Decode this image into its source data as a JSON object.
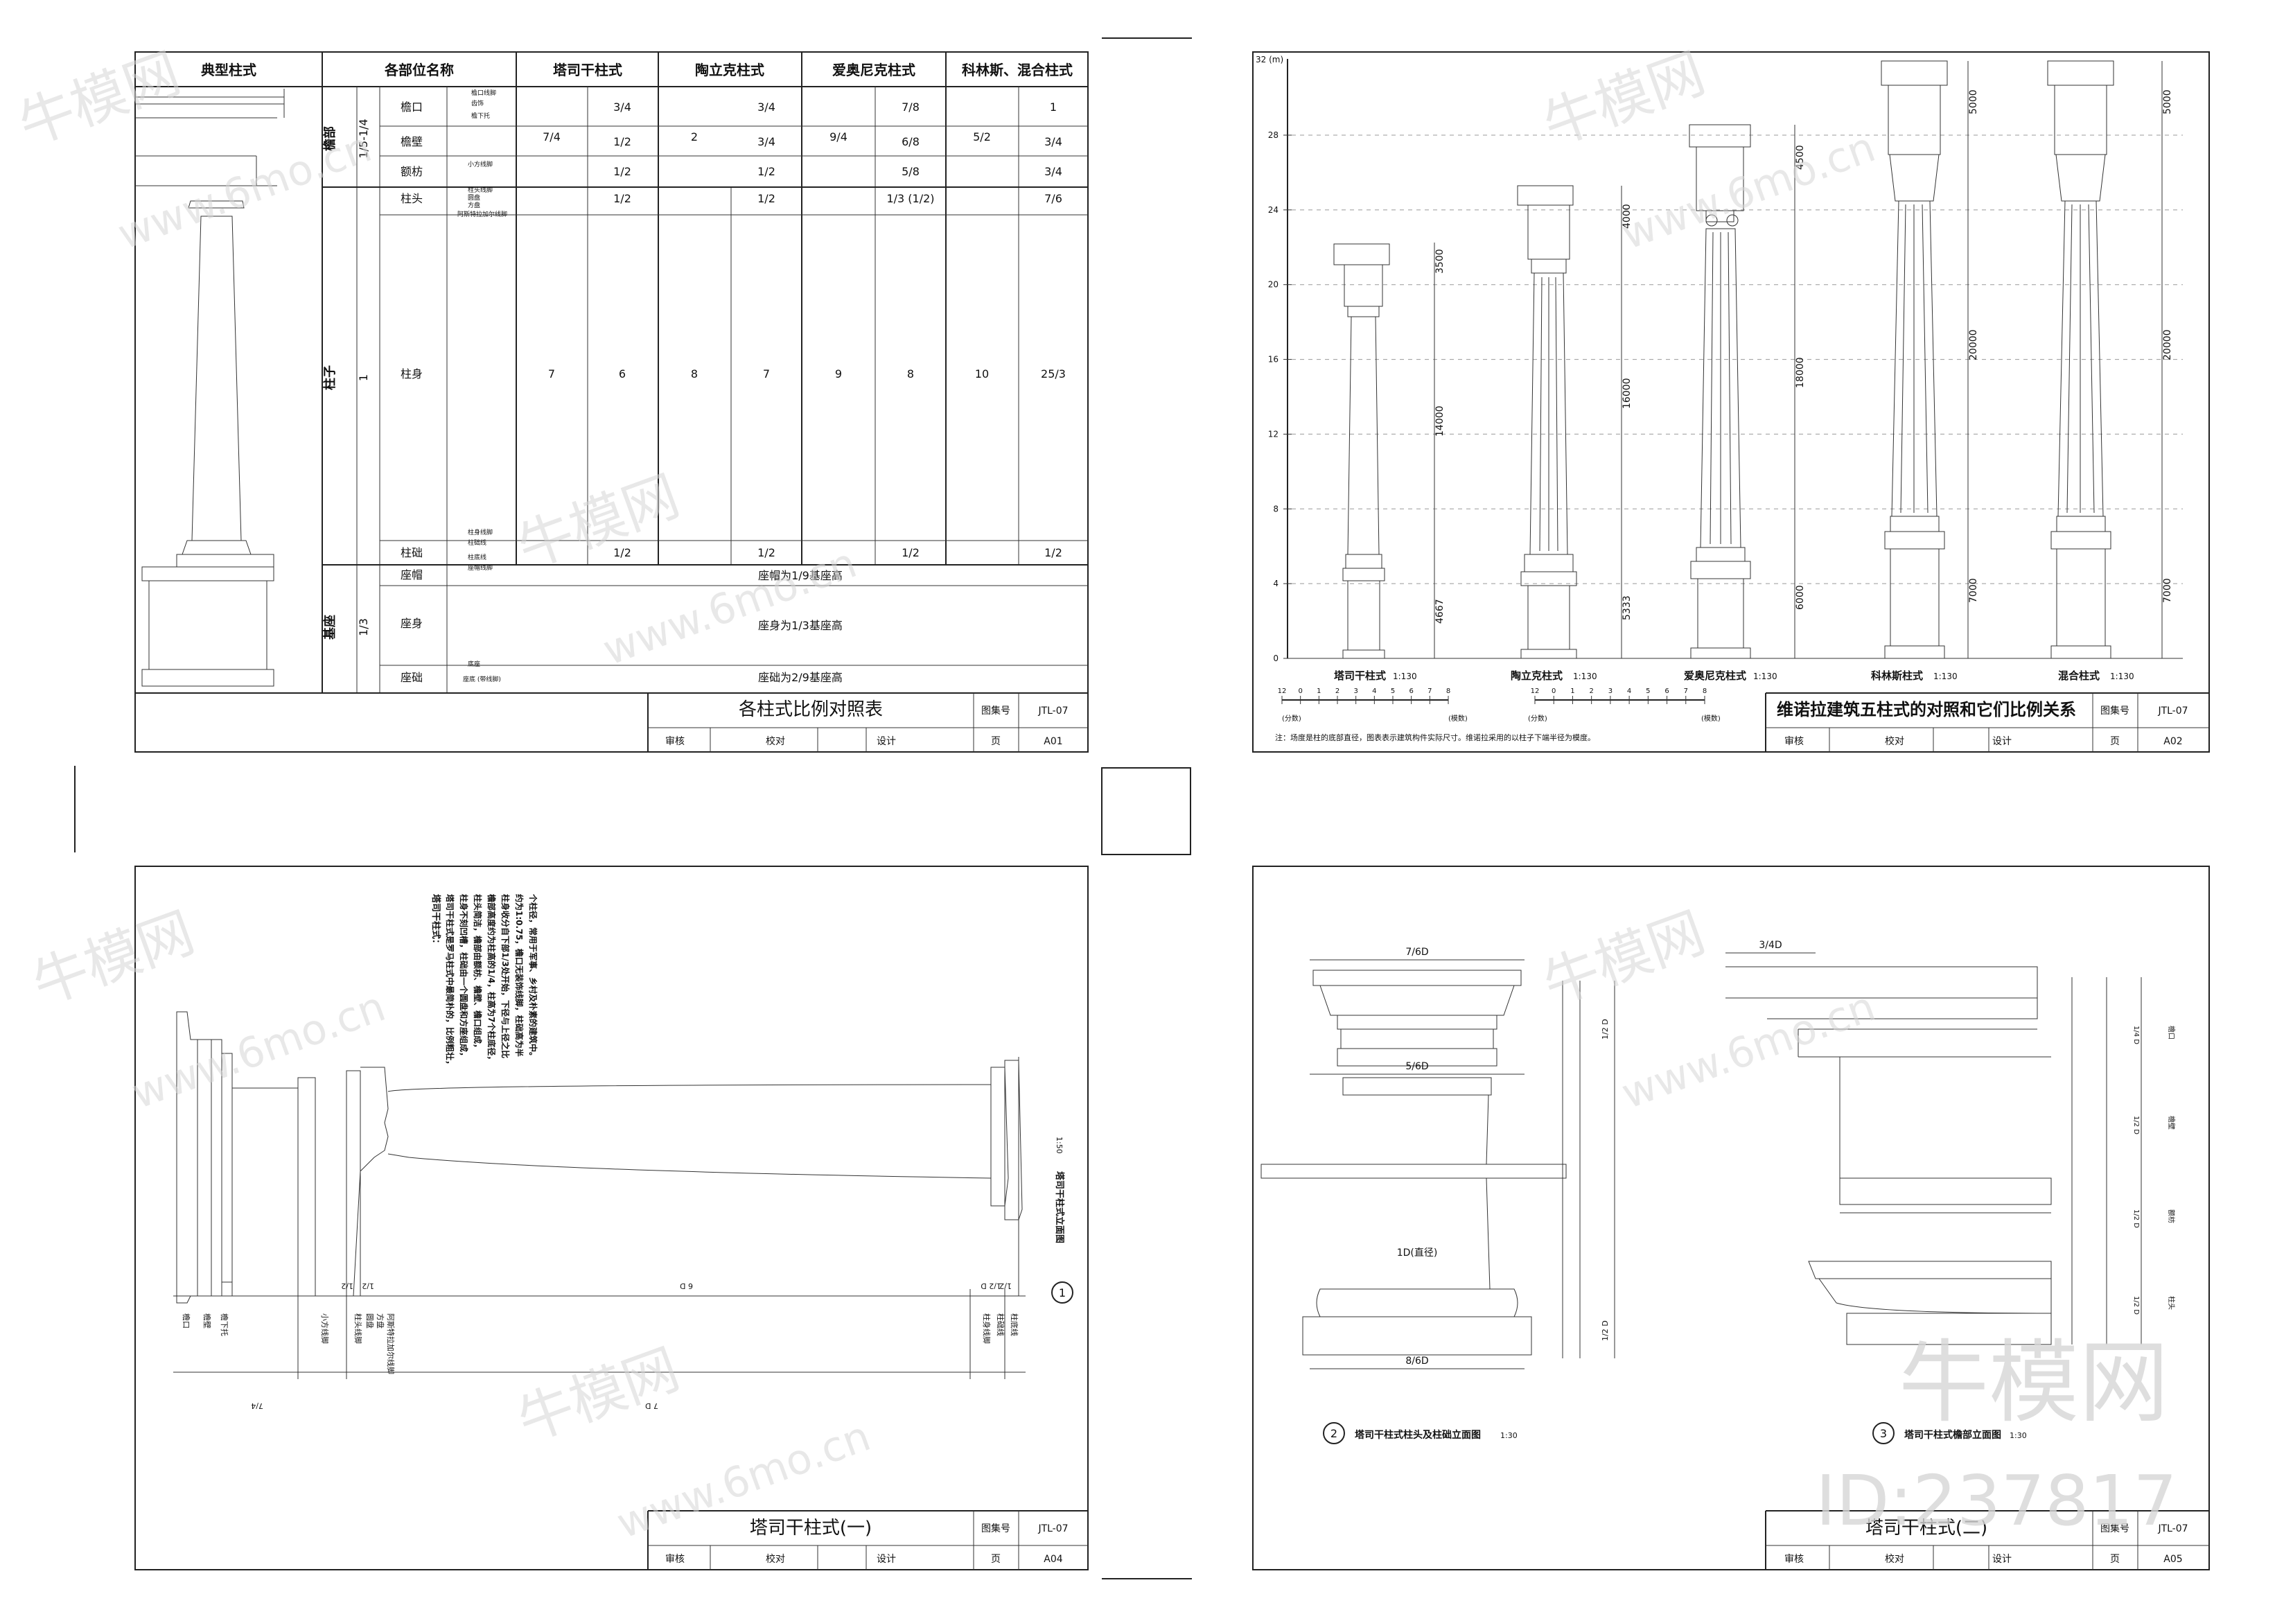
{
  "sheet1": {
    "header": [
      "典型柱式",
      "各部位名称",
      "塔司干柱式",
      "陶立克柱式",
      "爱奥尼克柱式",
      "科林斯、混合柱式"
    ],
    "groups": [
      {
        "name": "檐部",
        "ratio": "1/5-1/4"
      },
      {
        "name": "柱子",
        "ratio": "1"
      },
      {
        "name": "基座",
        "ratio": "1/3"
      }
    ],
    "parts": [
      "檐口",
      "檐壁",
      "额枋",
      "柱头",
      "柱身",
      "柱础",
      "座帽",
      "座身",
      "座础"
    ],
    "subnotes": [
      "檐口线脚",
      "齿饰",
      "檐下托",
      "小方线脚",
      "柱头线脚",
      "圆盘",
      "方盘",
      "阿斯特拉加尔线脚",
      "柱身线脚",
      "柱础线",
      "柱底线",
      "座帽线脚",
      "底座",
      "座底 (带线脚)"
    ],
    "entab": {
      "tuscan": [
        "7/4",
        "3/4",
        "1/2",
        "1/2"
      ],
      "doric": [
        "2",
        "3/4",
        "3/4",
        "1/2"
      ],
      "ionic": [
        "9/4",
        "7/8",
        "6/8",
        "5/8"
      ],
      "corinth": [
        "5/2",
        "1",
        "3/4",
        "3/4"
      ]
    },
    "capital": {
      "tuscan": "1/2",
      "doric": "1/2",
      "ionic": "1/3 (1/2)",
      "corinth": "7/6"
    },
    "shaft_total": {
      "tuscan": "7",
      "doric": "8",
      "ionic": "9",
      "corinth": "10"
    },
    "shaft": {
      "tuscan": "6",
      "doric": "7",
      "ionic": "8",
      "corinth": "25/3"
    },
    "base": {
      "tuscan": "1/2",
      "doric": "1/2",
      "ionic": "1/2",
      "corinth": "1/2"
    },
    "pedestal_notes": [
      "座帽为1/9基座高",
      "座身为1/3基座高",
      "座础为2/9基座高"
    ],
    "title": "各柱式比例对照表",
    "code_label": "图集号",
    "code": "JTL-07",
    "sign": [
      "审核",
      "校对",
      "设计",
      "页"
    ],
    "page": "A01"
  },
  "sheet2": {
    "y_unit": "32 (m)",
    "y_ticks": [
      "28",
      "24",
      "20",
      "16",
      "12",
      "8",
      "4",
      "0"
    ],
    "columns": [
      {
        "name": "塔司干柱式",
        "scale": "1:130",
        "dims": [
          "3500",
          "14000",
          "4667"
        ]
      },
      {
        "name": "陶立克柱式",
        "scale": "1:130",
        "dims": [
          "4000",
          "16000",
          "5333"
        ]
      },
      {
        "name": "爱奥尼克柱式",
        "scale": "1:130",
        "dims": [
          "4500",
          "18000",
          "6000"
        ]
      },
      {
        "name": "科林斯柱式",
        "scale": "1:130",
        "dims": [
          "5000",
          "20000",
          "7000"
        ]
      },
      {
        "name": "混合柱式",
        "scale": "1:130",
        "dims": [
          "5000",
          "20000",
          "7000"
        ]
      }
    ],
    "scale_bar": [
      "12",
      "0",
      "1",
      "2",
      "3",
      "4",
      "5",
      "6",
      "7",
      "8"
    ],
    "scale_unit_left": "(分数)",
    "scale_unit_right": "(模数)",
    "note": "注：场度是柱的底部直径，图表表示建筑构件实际尺寸。维诺拉采用的以柱子下端半径为模度。",
    "title": "维诺拉建筑五柱式的对照和它们比例关系",
    "code_label": "图集号",
    "code": "JTL-07",
    "sign": [
      "审核",
      "校对",
      "设计",
      "页"
    ],
    "page": "A02"
  },
  "sheet3": {
    "note_title": "塔司干柱式：",
    "note_lines": [
      "塔司干柱式是罗马柱式中最简朴的，比例粗壮，",
      "柱身不刻凹槽，柱础由一个圆盘和方座组成，",
      "柱头简洁，檐部由额枋、檐壁、檐口组成，",
      "檐部高度约为柱高的1/4，柱高为7个柱底径，",
      "柱身收分自下部1/3处开始，下径与上径之比",
      "约为1:0.75，檐口无装饰线脚，柱础高为半",
      "个柱径，常用于军事、乡村及朴素的建筑中。"
    ],
    "labels": [
      "檐口",
      "檐壁",
      "檐下托",
      "小方线脚",
      "柱头线脚",
      "圆盘",
      "方盘",
      "阿斯特拉加尔线脚",
      "柱身线脚",
      "柱础线",
      "柱底线"
    ],
    "dims": [
      "7/4",
      "1/2",
      "1/2",
      "1/2",
      "6 D",
      "7 D",
      "1/2 D"
    ],
    "circle": "1",
    "drawing_title": "塔司干柱式立面图",
    "drawing_scale": "1:50",
    "title": "塔司干柱式(一)",
    "code_label": "图集号",
    "code": "JTL-07",
    "sign": [
      "审核",
      "校对",
      "设计",
      "页"
    ],
    "page": "A04"
  },
  "sheet4": {
    "dims_left": [
      "7/6D",
      "5/6D",
      "1D(直径)",
      "8/6D"
    ],
    "dims_side_left": [
      "1/2 D",
      "1/2 D"
    ],
    "dim_right_top": "3/4D",
    "dims_right": [
      "1/4 D",
      "1/2 D",
      "1/2 D",
      "1/2 D"
    ],
    "labels_right": [
      "檐口",
      "檐壁",
      "额枋",
      "柱头"
    ],
    "fig2": {
      "num": "2",
      "title": "塔司干柱式柱头及柱础立面图",
      "scale": "1:30"
    },
    "fig3": {
      "num": "3",
      "title": "塔司干柱式檐部立面图",
      "scale": "1:30"
    },
    "title": "塔司干柱式(二)",
    "code_label": "图集号",
    "code": "JTL-07",
    "sign": [
      "审核",
      "校对",
      "设计",
      "页"
    ],
    "page": "A05"
  },
  "watermark": {
    "brand": "牛模网",
    "site": "www.6mo.cn",
    "id": "ID:237817"
  }
}
